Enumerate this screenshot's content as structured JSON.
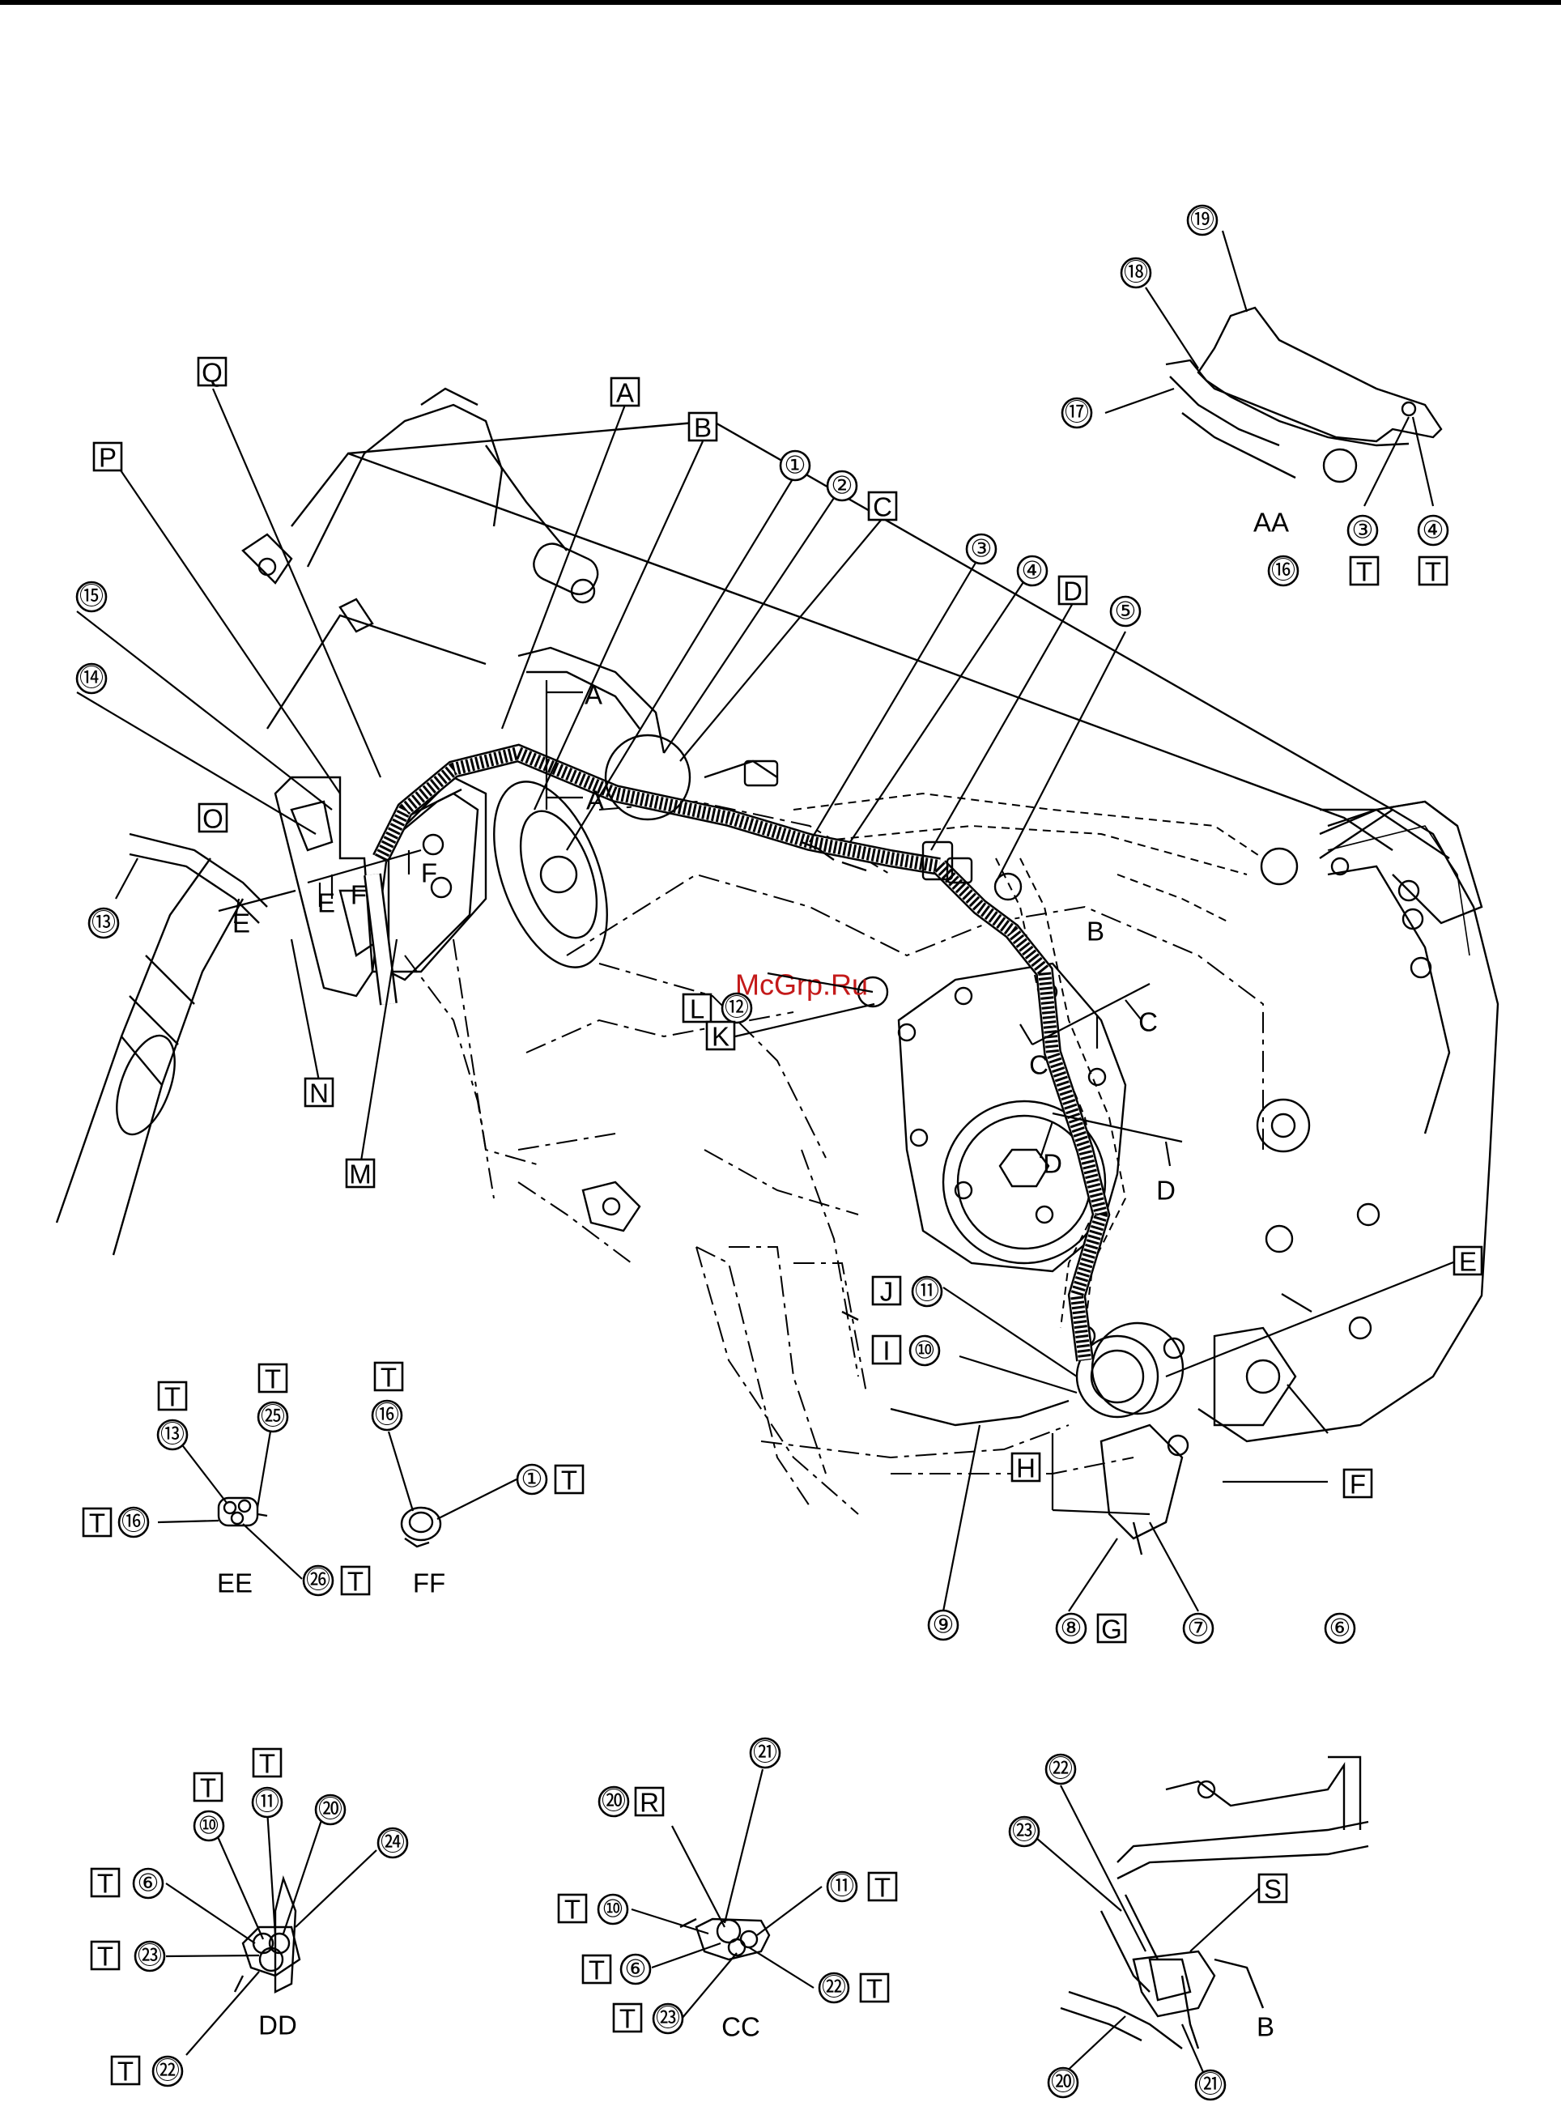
{
  "watermark": "McGrp.Ru",
  "callout_numbers": [
    "①",
    "②",
    "③",
    "④",
    "⑤",
    "⑥",
    "⑦",
    "⑧",
    "⑨",
    "⑩",
    "⑪",
    "⑫",
    "⑬",
    "⑭",
    "⑮",
    "⑯",
    "⑰",
    "⑱",
    "⑲",
    "⑳",
    "㉑",
    "㉒",
    "㉓",
    "㉔",
    "㉕",
    "㉖"
  ],
  "callout_letters": [
    "A",
    "B",
    "C",
    "D",
    "E",
    "F",
    "G",
    "H",
    "I",
    "J",
    "K",
    "L",
    "M",
    "N",
    "O",
    "P",
    "Q",
    "R",
    "S",
    "T"
  ],
  "section_marks": [
    "A",
    "B",
    "C",
    "D",
    "E",
    "F"
  ],
  "detail_views": [
    "AA",
    "B",
    "CC",
    "DD",
    "EE",
    "FF"
  ]
}
